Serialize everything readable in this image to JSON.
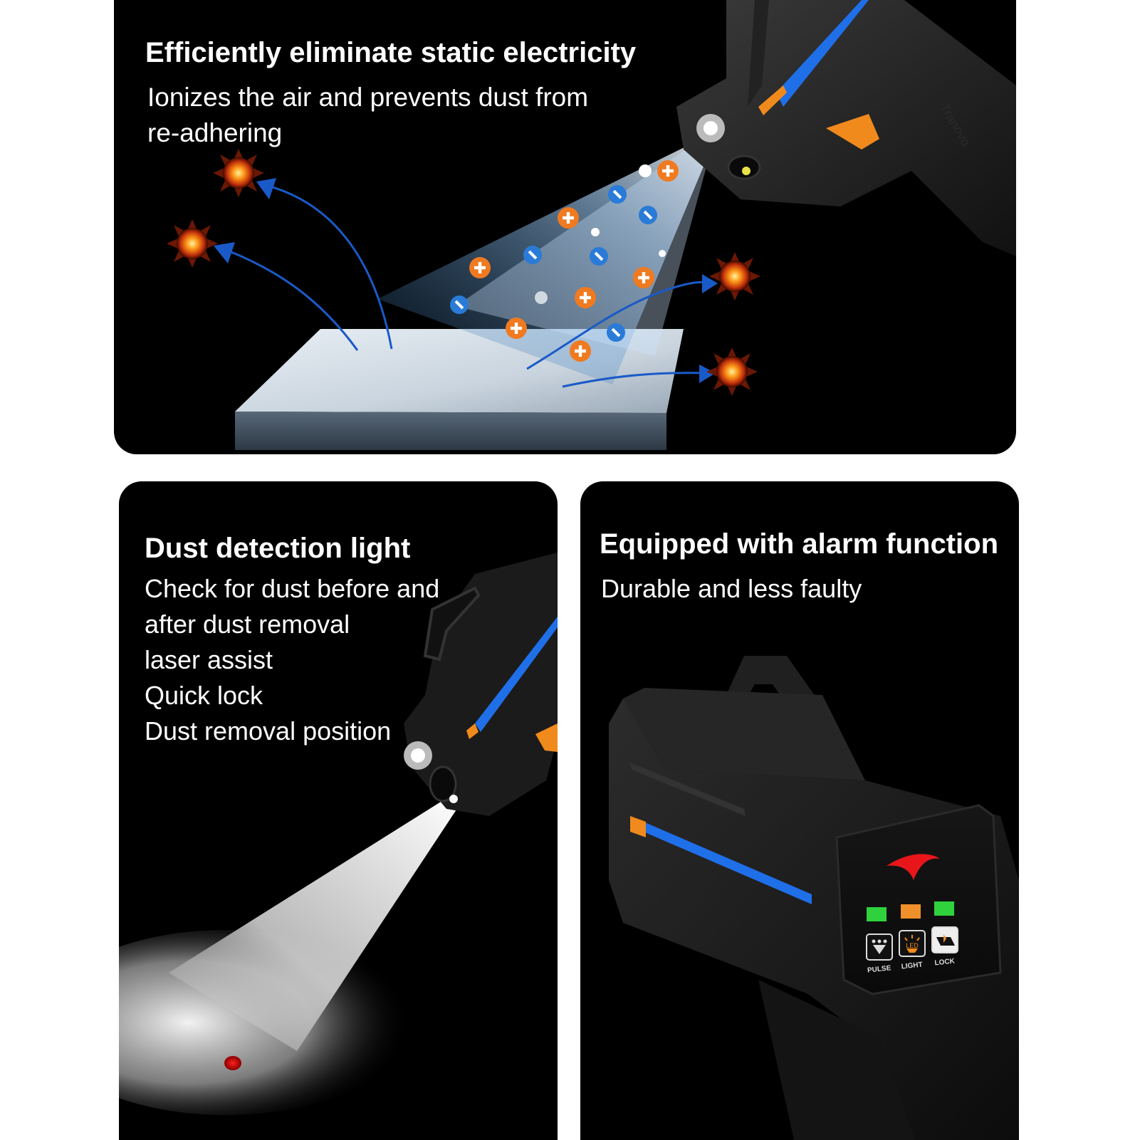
{
  "top": {
    "title": "Efficiently eliminate static electricity",
    "desc_line1": "Ionizes the air and prevents dust from",
    "desc_line2": "re-adhering",
    "brand": "Tranovo"
  },
  "left": {
    "title": "Dust detection light",
    "lines": [
      "Check for dust before and",
      "after dust removal",
      "laser assist",
      "Quick lock",
      "Dust removal position"
    ]
  },
  "right": {
    "title": "Equipped with alarm function",
    "desc": "Durable and less faulty",
    "buttons": [
      "PULSE",
      "LIGHT",
      "LOCK"
    ],
    "led_badge": "LED"
  },
  "colors": {
    "panel_bg": "#000000",
    "accent_blue": "#1f6fe8",
    "accent_orange": "#f08a1c",
    "ion_blue": "#2a7bd8",
    "led_green": "#2fd23c",
    "led_orange": "#f0902a",
    "logo_red": "#e8161b"
  },
  "icons": [
    "static-spark-icon",
    "positive-ion-icon",
    "negative-ion-icon",
    "red-swoosh-logo-icon",
    "pulse-icon",
    "led-light-icon",
    "lock-icon"
  ]
}
